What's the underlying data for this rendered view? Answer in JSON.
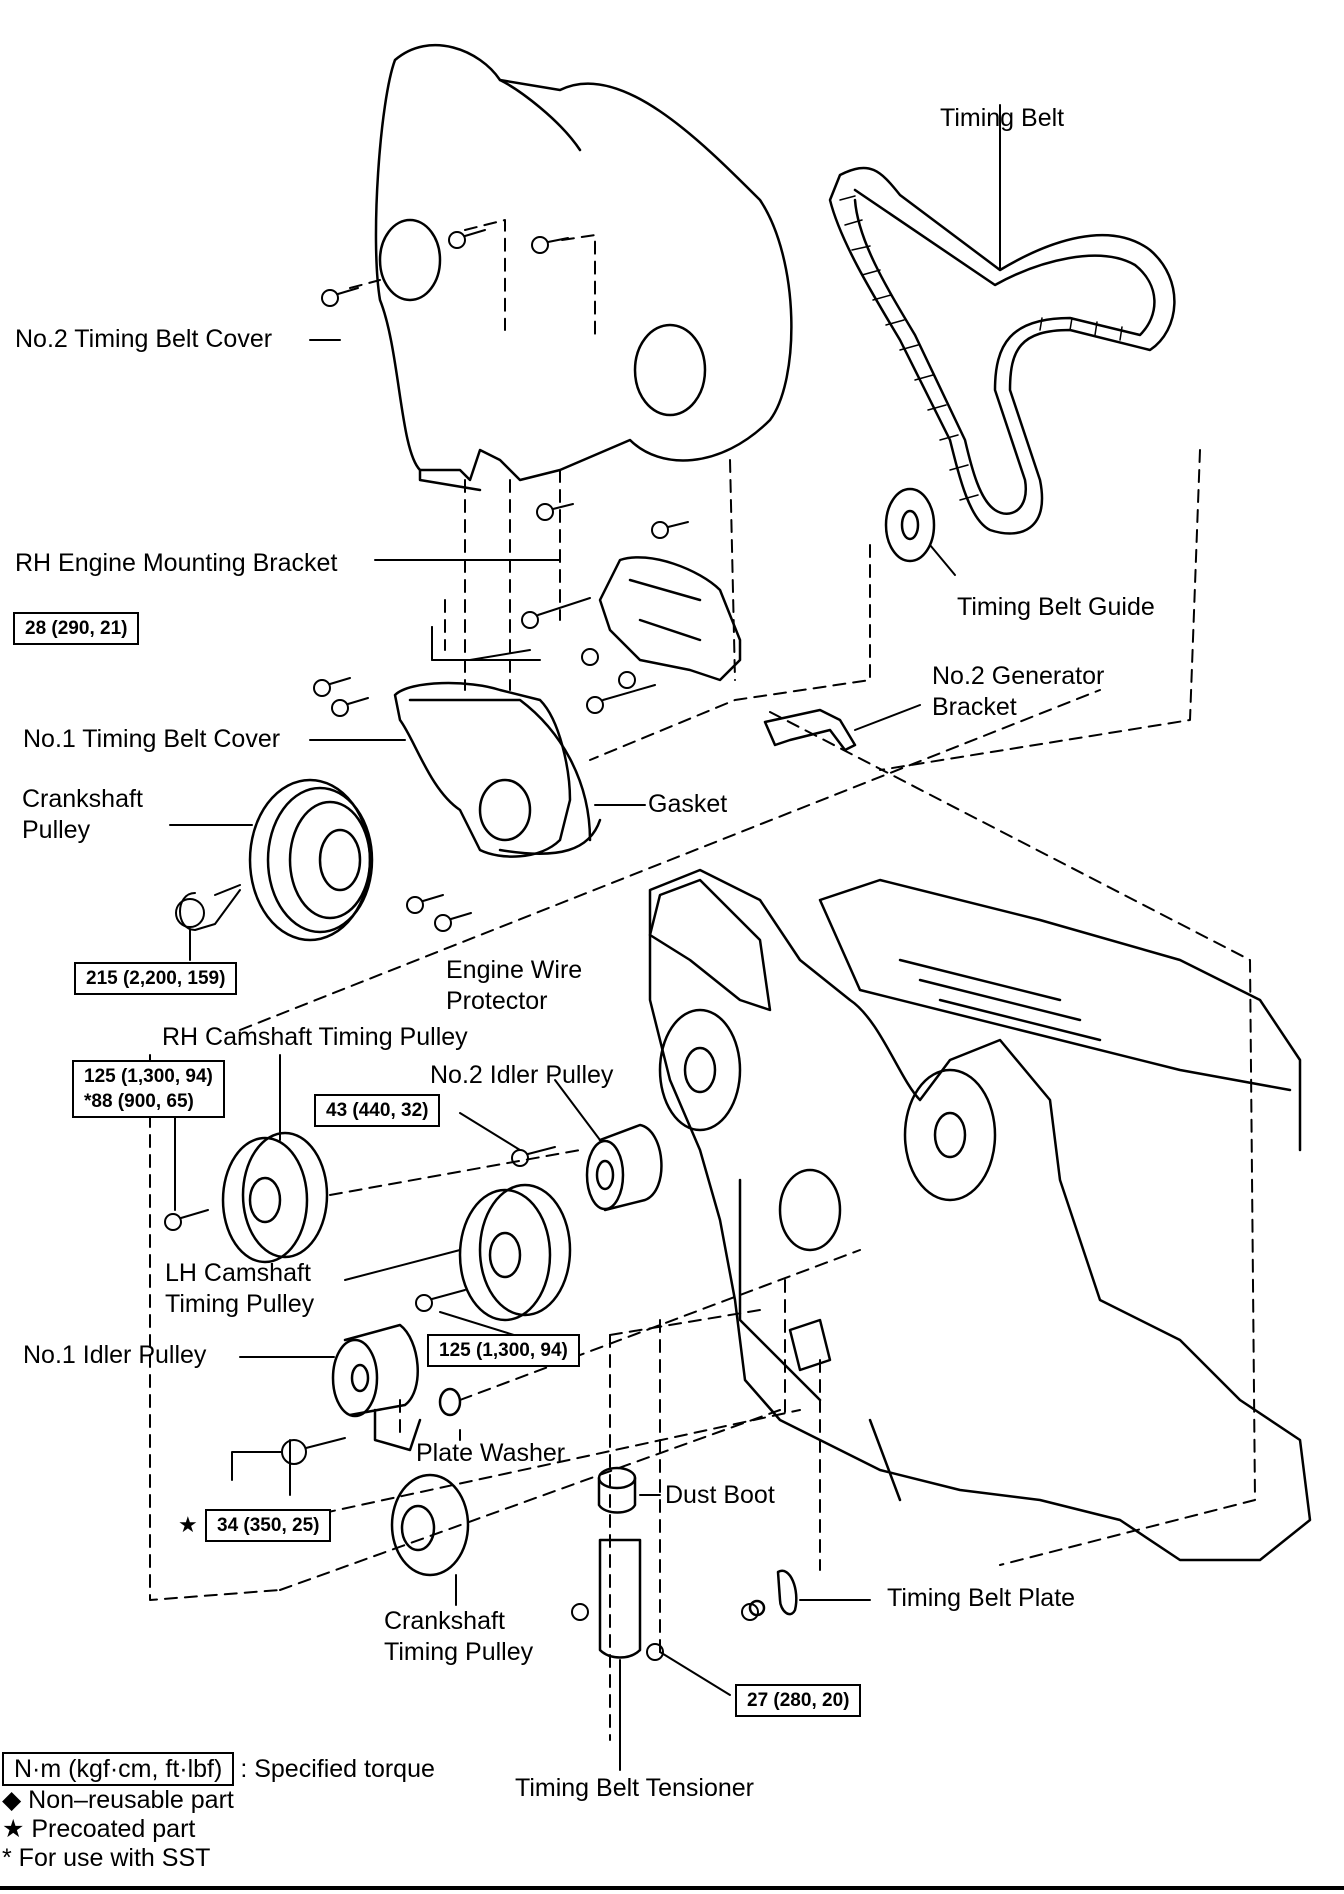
{
  "title": "Timing Belt Components (Exploded View)",
  "parts": {
    "timing_belt": "Timing Belt",
    "no2_timing_belt_cover": "No.2 Timing Belt Cover",
    "rh_engine_mounting_bracket": "RH Engine Mounting Bracket",
    "timing_belt_guide": "Timing Belt Guide",
    "no2_generator_bracket_line1": "No.2 Generator",
    "no2_generator_bracket_line2": "Bracket",
    "no1_timing_belt_cover": "No.1 Timing Belt Cover",
    "crankshaft_pulley_line1": "Crankshaft",
    "crankshaft_pulley_line2": "Pulley",
    "gasket": "Gasket",
    "engine_wire_protector_line1": "Engine Wire",
    "engine_wire_protector_line2": "Protector",
    "rh_camshaft_timing_pulley": "RH Camshaft Timing Pulley",
    "no2_idler_pulley": "No.2 Idler Pulley",
    "lh_camshaft_timing_pulley_line1": "LH Camshaft",
    "lh_camshaft_timing_pulley_line2": "Timing Pulley",
    "no1_idler_pulley": "No.1 Idler Pulley",
    "plate_washer": "Plate Washer",
    "dust_boot": "Dust Boot",
    "timing_belt_plate": "Timing Belt Plate",
    "crankshaft_timing_pulley_line1": "Crankshaft",
    "crankshaft_timing_pulley_line2": "Timing Pulley",
    "timing_belt_tensioner": "Timing Belt Tensioner"
  },
  "torques": {
    "mounting_bracket": "28 (290, 21)",
    "crankshaft_pulley_bolt": "215 (2,200, 159)",
    "rh_camshaft_pulley_bolt": "125 (1,300, 94)",
    "rh_camshaft_pulley_bolt_sst": "*88 (900, 65)",
    "no2_idler_pulley_bolt": "43 (440, 32)",
    "lh_camshaft_pulley_bolt": "125 (1,300, 94)",
    "no1_idler_pulley_bolt": "34 (350, 25)",
    "tensioner_bolt": "27 (280, 20)"
  },
  "precoated_mark": "★",
  "legend": {
    "unit_box": "N·m (kgf·cm, ft·lbf)",
    "unit_desc": ": Specified torque",
    "non_reusable": "◆ Non–reusable part",
    "precoated": "★ Precoated part",
    "sst": "* For use with SST"
  }
}
